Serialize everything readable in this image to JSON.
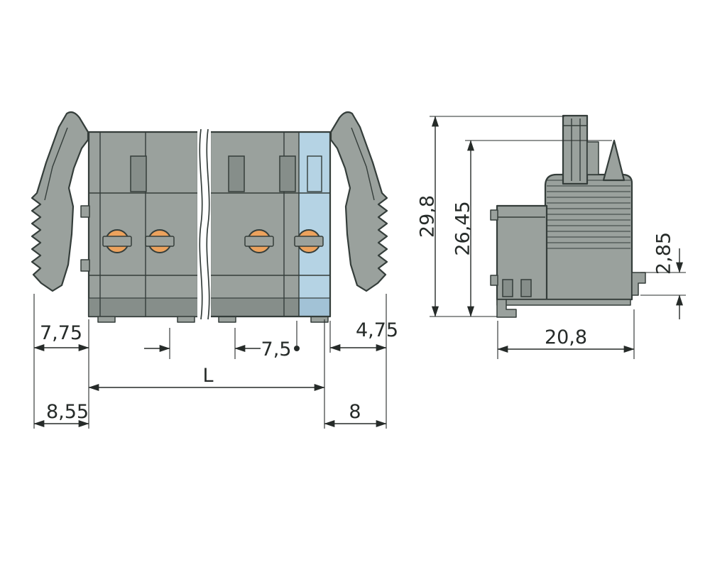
{
  "colors": {
    "background": "#ffffff",
    "body_fill": "#9aa19d",
    "body_fill_dark": "#868e8a",
    "outline": "#343d3a",
    "accent_blue": "#b5d3e4",
    "accent_blue_dark": "#a2c2d6",
    "contact_orange": "#eca25d",
    "dimension": "#262b29"
  },
  "front_view": {
    "dimensions": {
      "lever_to_body": "7,75",
      "total_left": "8,55",
      "pole_pitch": "7,5",
      "length": "L",
      "total_right": "8",
      "body_to_lever": "4,75"
    }
  },
  "side_view": {
    "dimensions": {
      "overall_height": "29,8",
      "height_to_lever_tip": "26,45",
      "latch_step": "2,85",
      "depth": "20,8"
    }
  }
}
